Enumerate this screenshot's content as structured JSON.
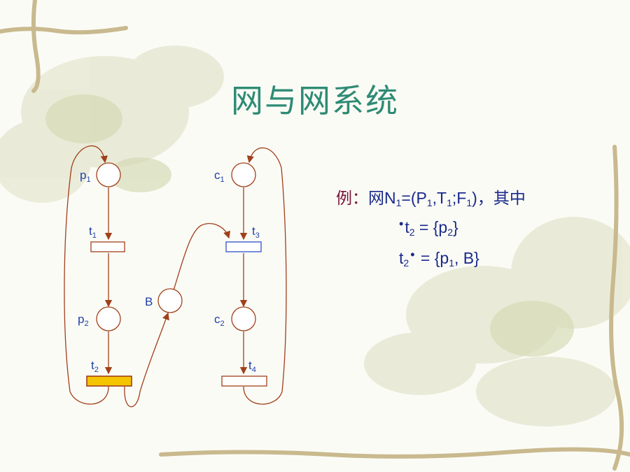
{
  "slide": {
    "title": "网与网系统"
  },
  "diagram": {
    "places": {
      "p1": {
        "name": "p",
        "sub": "1"
      },
      "p2": {
        "name": "p",
        "sub": "2"
      },
      "c1": {
        "name": "c",
        "sub": "1"
      },
      "c2": {
        "name": "c",
        "sub": "2"
      },
      "B": {
        "name": "B"
      }
    },
    "transitions": {
      "t1": {
        "name": "t",
        "sub": "1"
      },
      "t2": {
        "name": "t",
        "sub": "2"
      },
      "t3": {
        "name": "t",
        "sub": "3"
      },
      "t4": {
        "name": "t",
        "sub": "4"
      }
    }
  },
  "example": {
    "prefix": "例：",
    "net_word": "网",
    "N": "N",
    "N_sub": "1",
    "def_a": "=(P",
    "P_sub": "1",
    "def_b": ",T",
    "T_sub": "1",
    "def_c": ";F",
    "F_sub": "1",
    "def_d": ")，其中",
    "pre_t": "t",
    "pre_t_sub": "2",
    "pre_eq": " = {p",
    "pre_p_sub": "2",
    "pre_close": "}",
    "post_t": "t",
    "post_t_sub": "2",
    "post_eq": " = {p",
    "post_p_sub": "1",
    "post_close": ", B}"
  },
  "colors": {
    "title": "#2e8b74",
    "arc": "#a0401a",
    "label": "#1f3fa8",
    "highlight_fill": "#f5c400",
    "t3_stroke": "#3050c8",
    "example_prefix": "#7a1136"
  }
}
